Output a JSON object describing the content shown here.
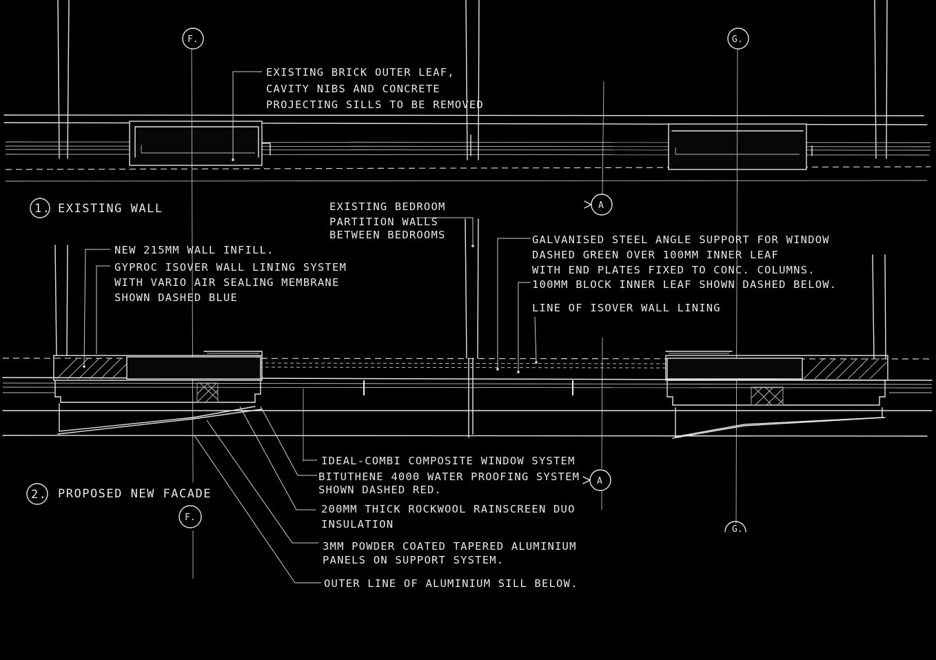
{
  "section1": {
    "title": "EXISTING WALL",
    "number": "1.",
    "notes": [
      [
        "EXISTING BRICK OUTER LEAF,",
        "CAVITY NIBS AND CONCRETE",
        "PROJECTING SILLS TO BE REMOVED"
      ]
    ]
  },
  "section2": {
    "title": "PROPOSED NEW FACADE",
    "number": "2.",
    "notes_upper_left": [
      [
        "NEW 215MM WALL INFILL."
      ],
      [
        "GYPROC ISOVER WALL LINING SYSTEM",
        "WITH VARIO AIR SEALING MEMBRANE",
        "SHOWN DASHED BLUE"
      ]
    ],
    "notes_bedroom": [
      "EXISTING BEDROOM",
      "PARTITION WALLS",
      "BETWEEN BEDROOMS"
    ],
    "notes_upper_right": [
      [
        "GALVANISED STEEL ANGLE SUPPORT FOR WINDOW",
        "DASHED GREEN OVER 100MM INNER LEAF",
        "WITH END PLATES FIXED TO CONC. COLUMNS."
      ],
      [
        "100MM BLOCK INNER LEAF SHOWN DASHED BELOW."
      ],
      [
        "LINE OF ISOVER WALL LINING"
      ]
    ],
    "notes_lower": [
      [
        "IDEAL-COMBI COMPOSITE WINDOW SYSTEM"
      ],
      [
        "BITUTHENE 4000 WATER PROOFING SYSTEM",
        "SHOWN DASHED RED."
      ],
      [
        "200MM THICK ROCKWOOL RAINSCREEN DUO",
        "INSULATION"
      ],
      [
        "3MM POWDER COATED TAPERED ALUMINIUM",
        "PANELS ON SUPPORT SYSTEM."
      ],
      [
        "OUTER LINE OF ALUMINIUM SILL BELOW."
      ]
    ]
  },
  "grid_markers": {
    "f": "F.",
    "g": "G.",
    "section": "A"
  },
  "colors": {
    "background": "#000000",
    "ink": "#e8e8e8"
  }
}
